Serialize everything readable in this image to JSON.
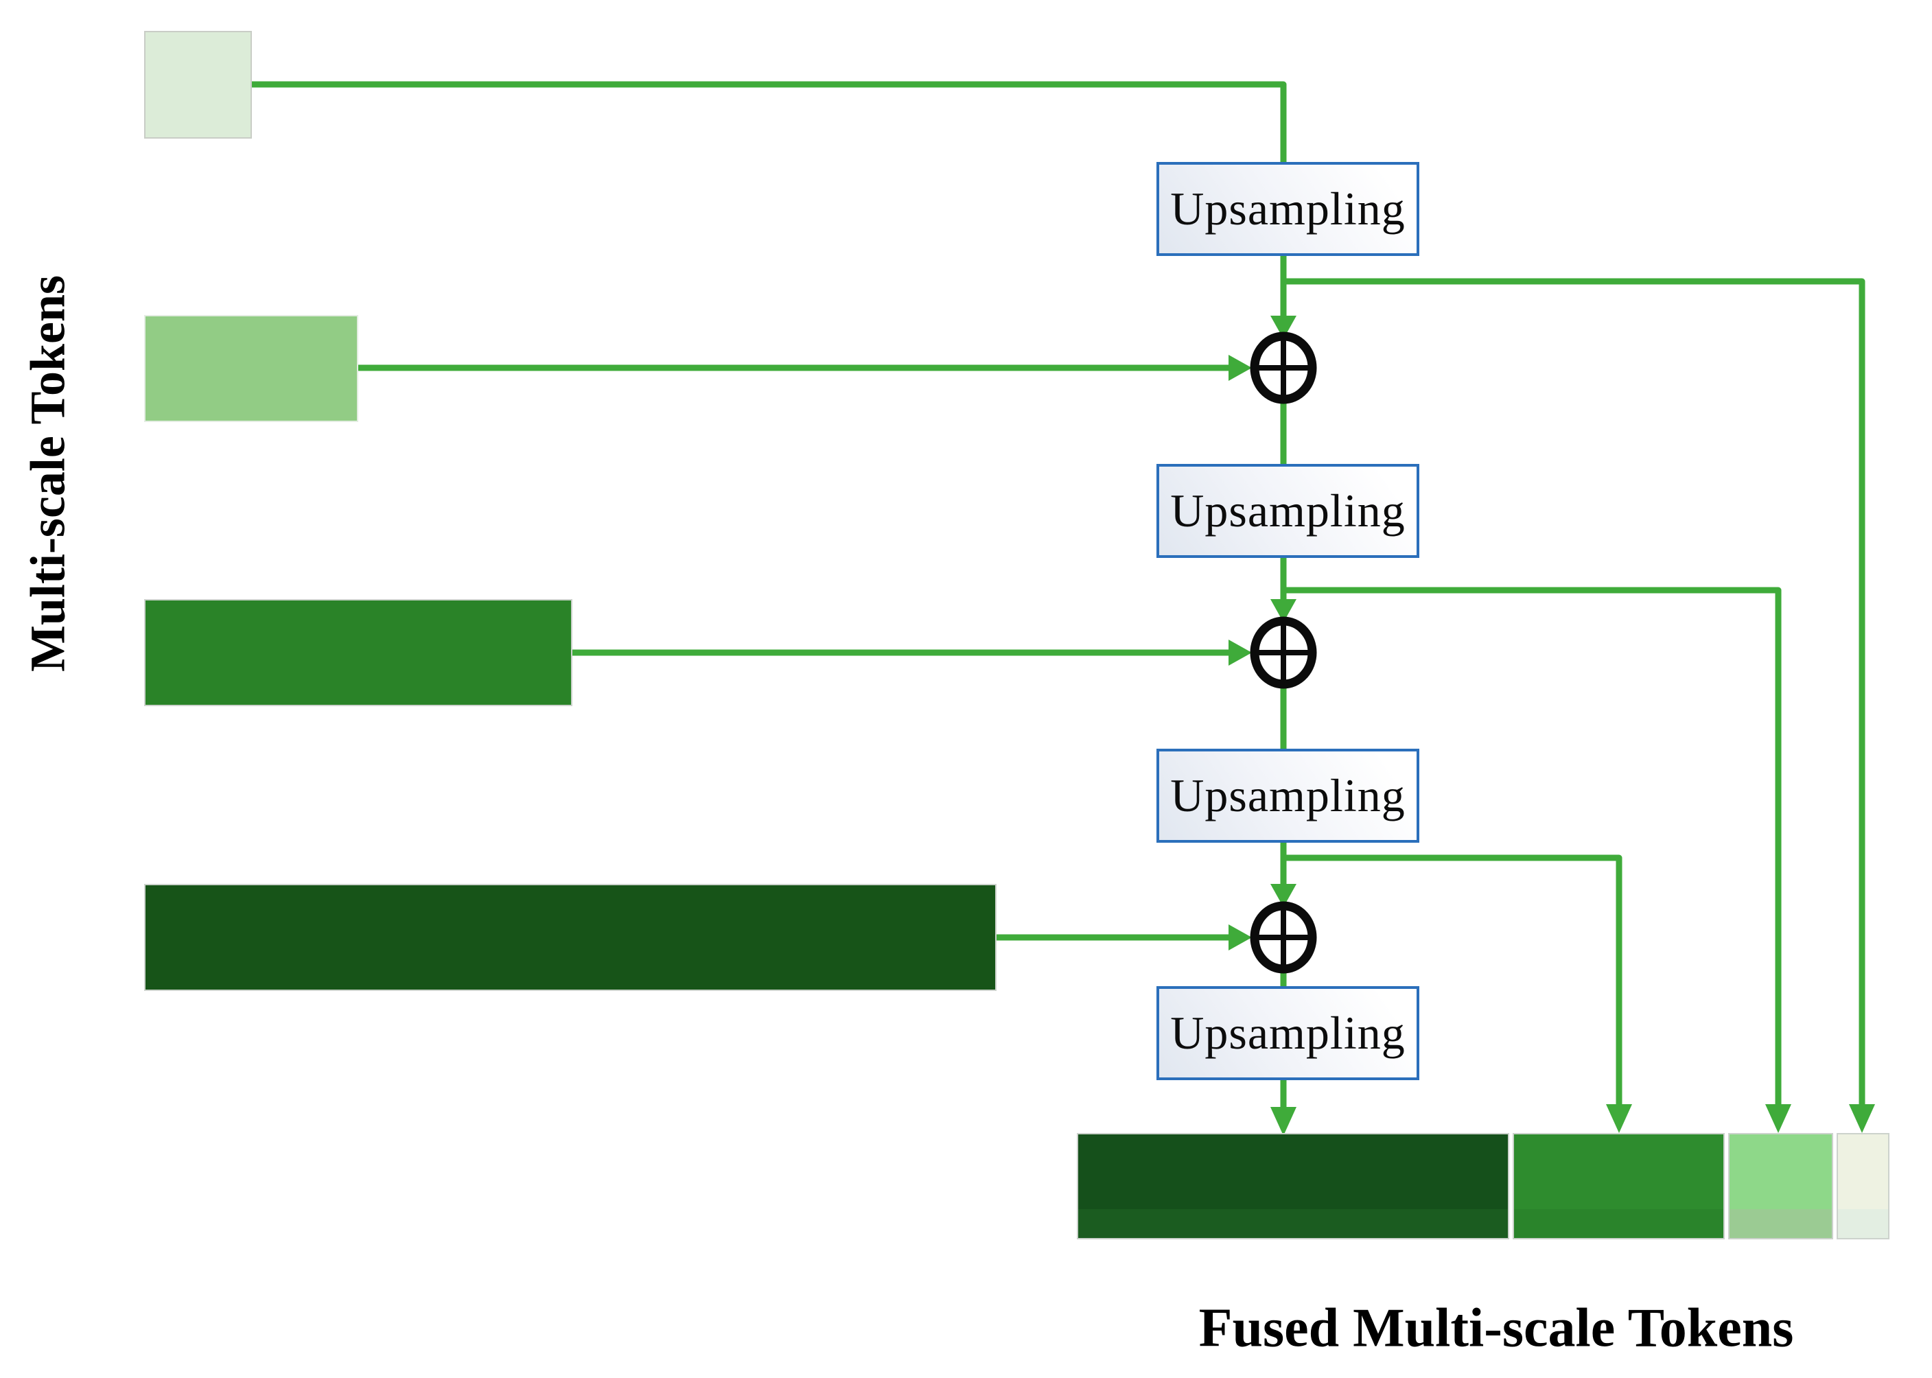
{
  "labels": {
    "multiscale_tokens": "Multi-scale Tokens",
    "fused_tokens": "Fused Multi-scale Tokens"
  },
  "upsampling_blocks": [
    {
      "label": "Upsampling"
    },
    {
      "label": "Upsampling"
    },
    {
      "label": "Upsampling"
    },
    {
      "label": "Upsampling"
    }
  ],
  "operators": [
    {
      "symbol": "⊕"
    },
    {
      "symbol": "⊕"
    },
    {
      "symbol": "⊕"
    }
  ],
  "input_tokens": [
    {
      "color": "#dcecd8",
      "relative_width": 1
    },
    {
      "color": "#92cc85",
      "relative_width": 2
    },
    {
      "color": "#2a8328",
      "relative_width": 4
    },
    {
      "color": "#175418",
      "relative_width": 8
    }
  ],
  "fused_segments": [
    {
      "color": "#15501b",
      "band_color": "#1b5c20",
      "relative_width": 8
    },
    {
      "color": "#2e8c2e",
      "band_color": "#2a842b",
      "relative_width": 4
    },
    {
      "color": "#8ed889",
      "band_color": "#9bcb93",
      "relative_width": 2
    },
    {
      "color": "#eef2e2",
      "band_color": "#e3eee2",
      "relative_width": 1
    }
  ],
  "colors": {
    "arrow": "#3fab3a",
    "upsampling_border": "#2b6fbb"
  }
}
